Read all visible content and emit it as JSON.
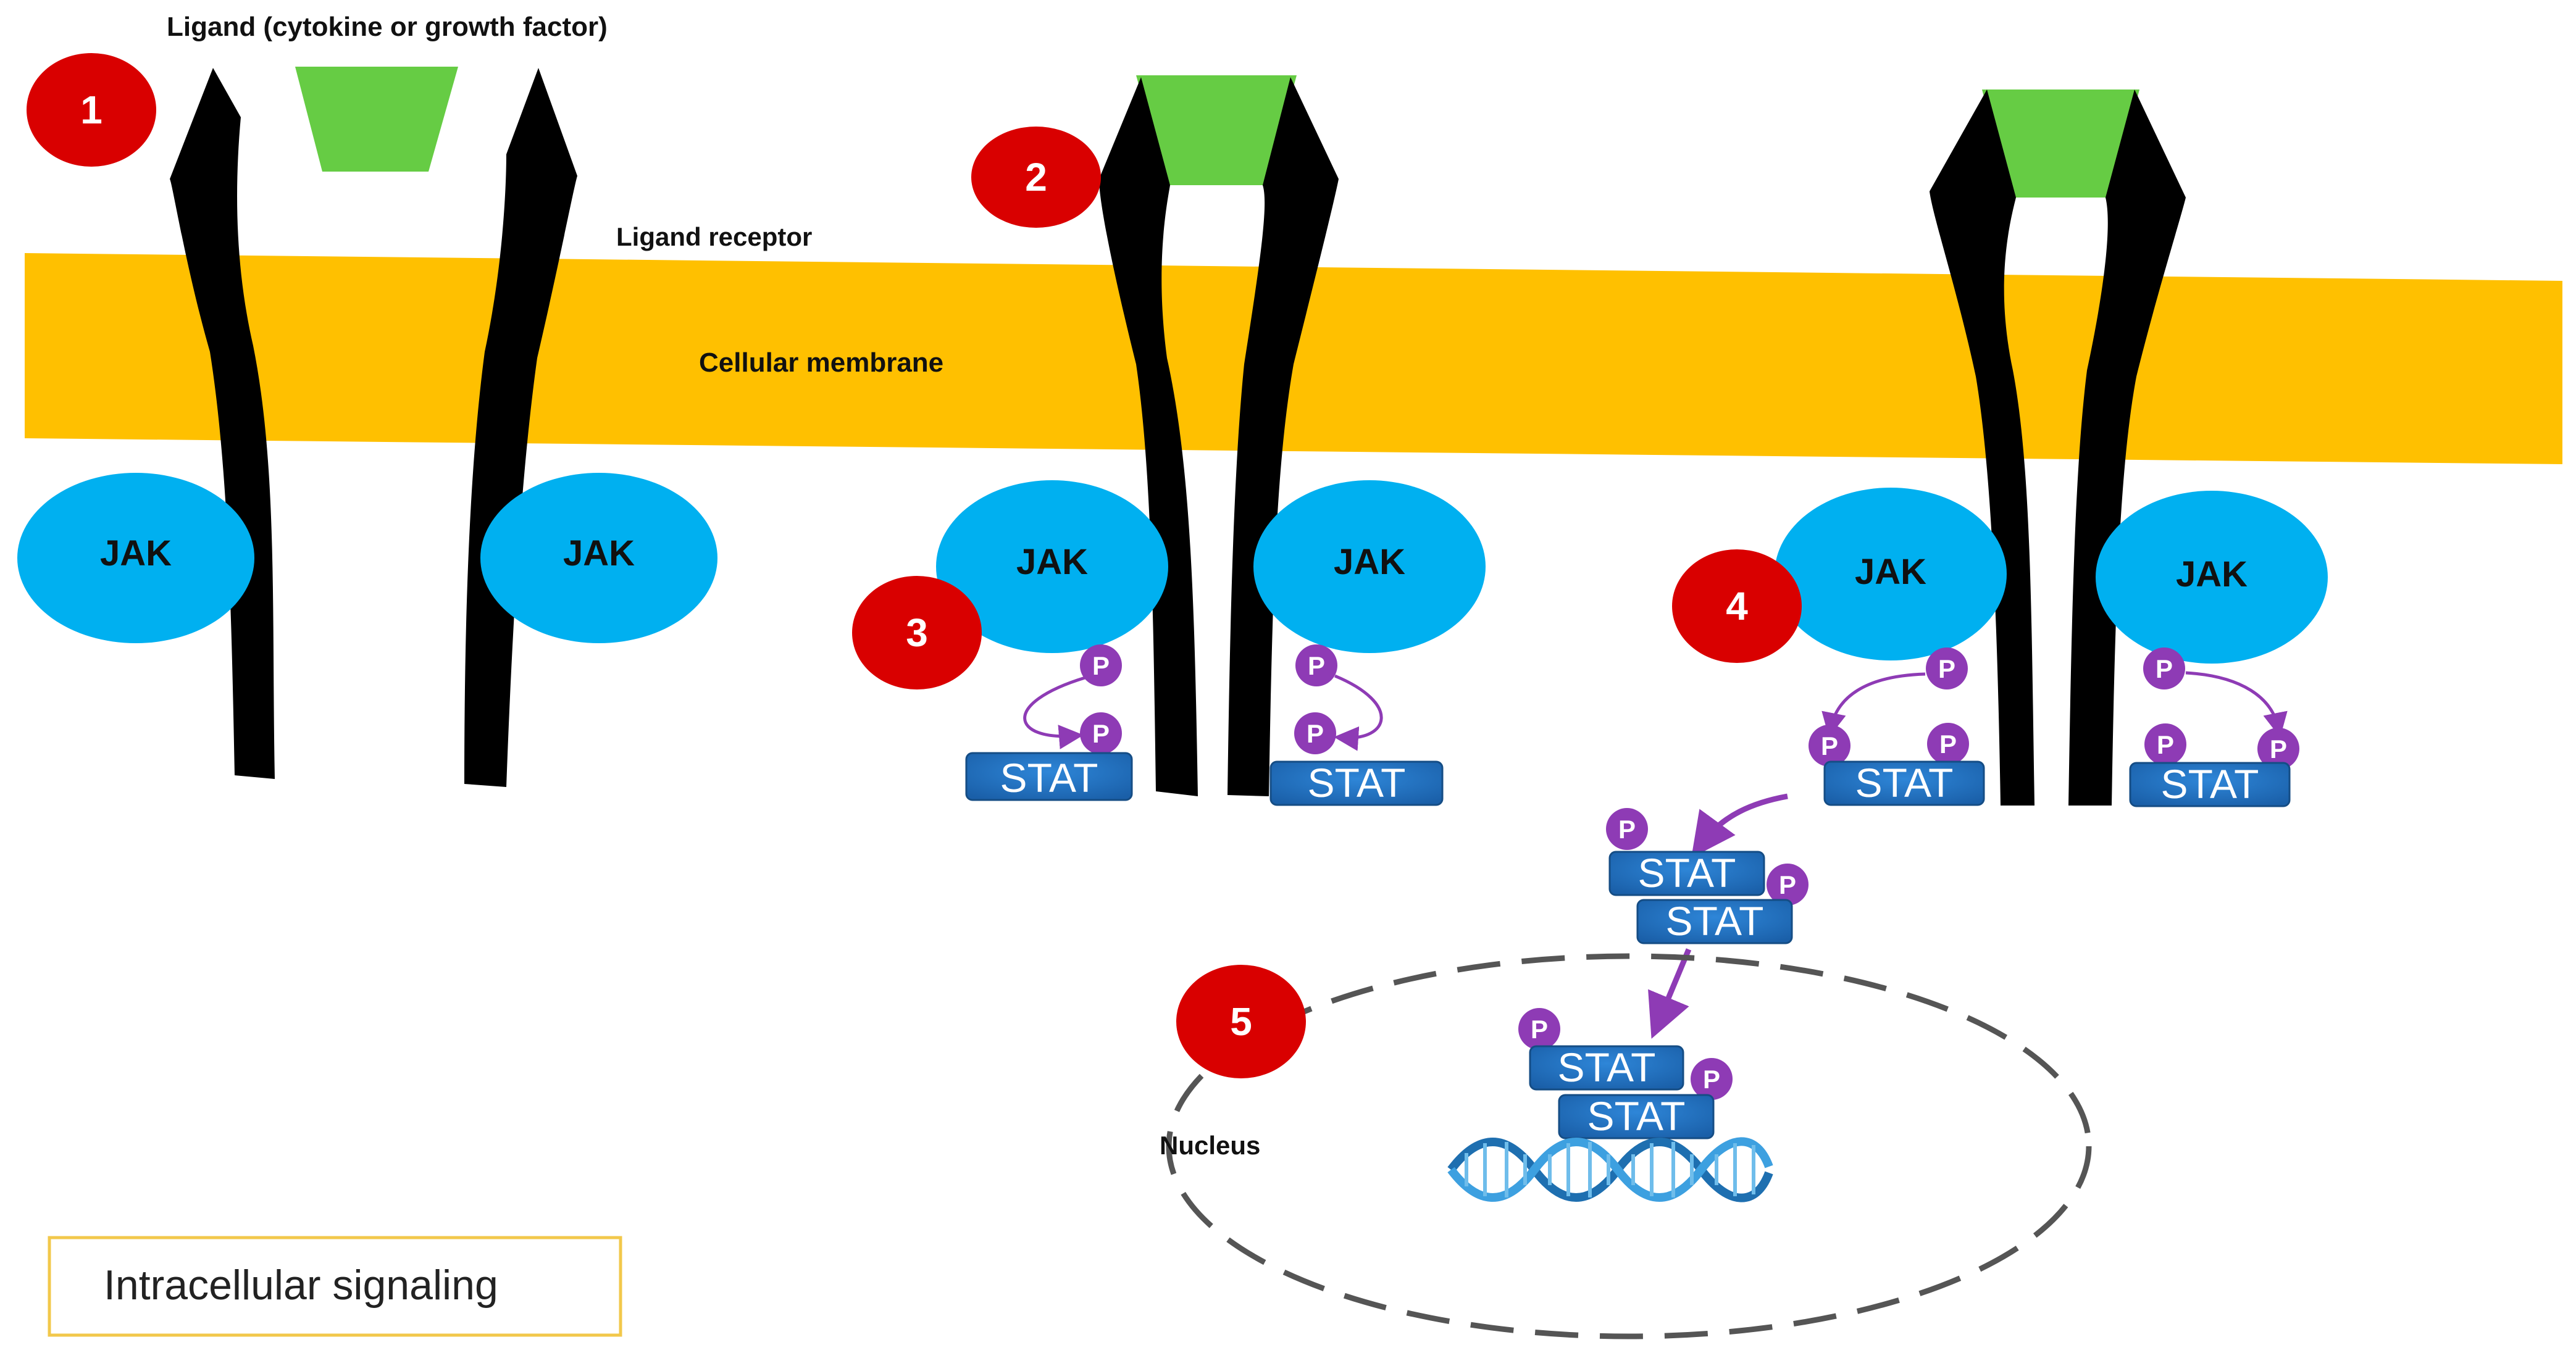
{
  "labels": {
    "ligand": "Ligand (cytokine or growth factor)",
    "receptor": "Ligand receptor",
    "membrane": "Cellular membrane",
    "nucleus": "Nucleus",
    "legend": "Intracellular signaling"
  },
  "steps": [
    "1",
    "2",
    "3",
    "4",
    "5"
  ],
  "kinase": "JAK",
  "transcription_factor": "STAT",
  "phospho": "P",
  "colors": {
    "membrane": "#FFC000",
    "ligand": "#66CC44",
    "receptor": "#000000",
    "jak": "#00B0F0",
    "stat": "#1F6FC0",
    "phospho": "#8E3BB5",
    "step_badge": "#D90000",
    "legend_border": "#F2C84B",
    "nucleus_outline": "#555555",
    "dna": "#2F8ACB"
  },
  "icons": [
    "dna-helix-icon"
  ]
}
